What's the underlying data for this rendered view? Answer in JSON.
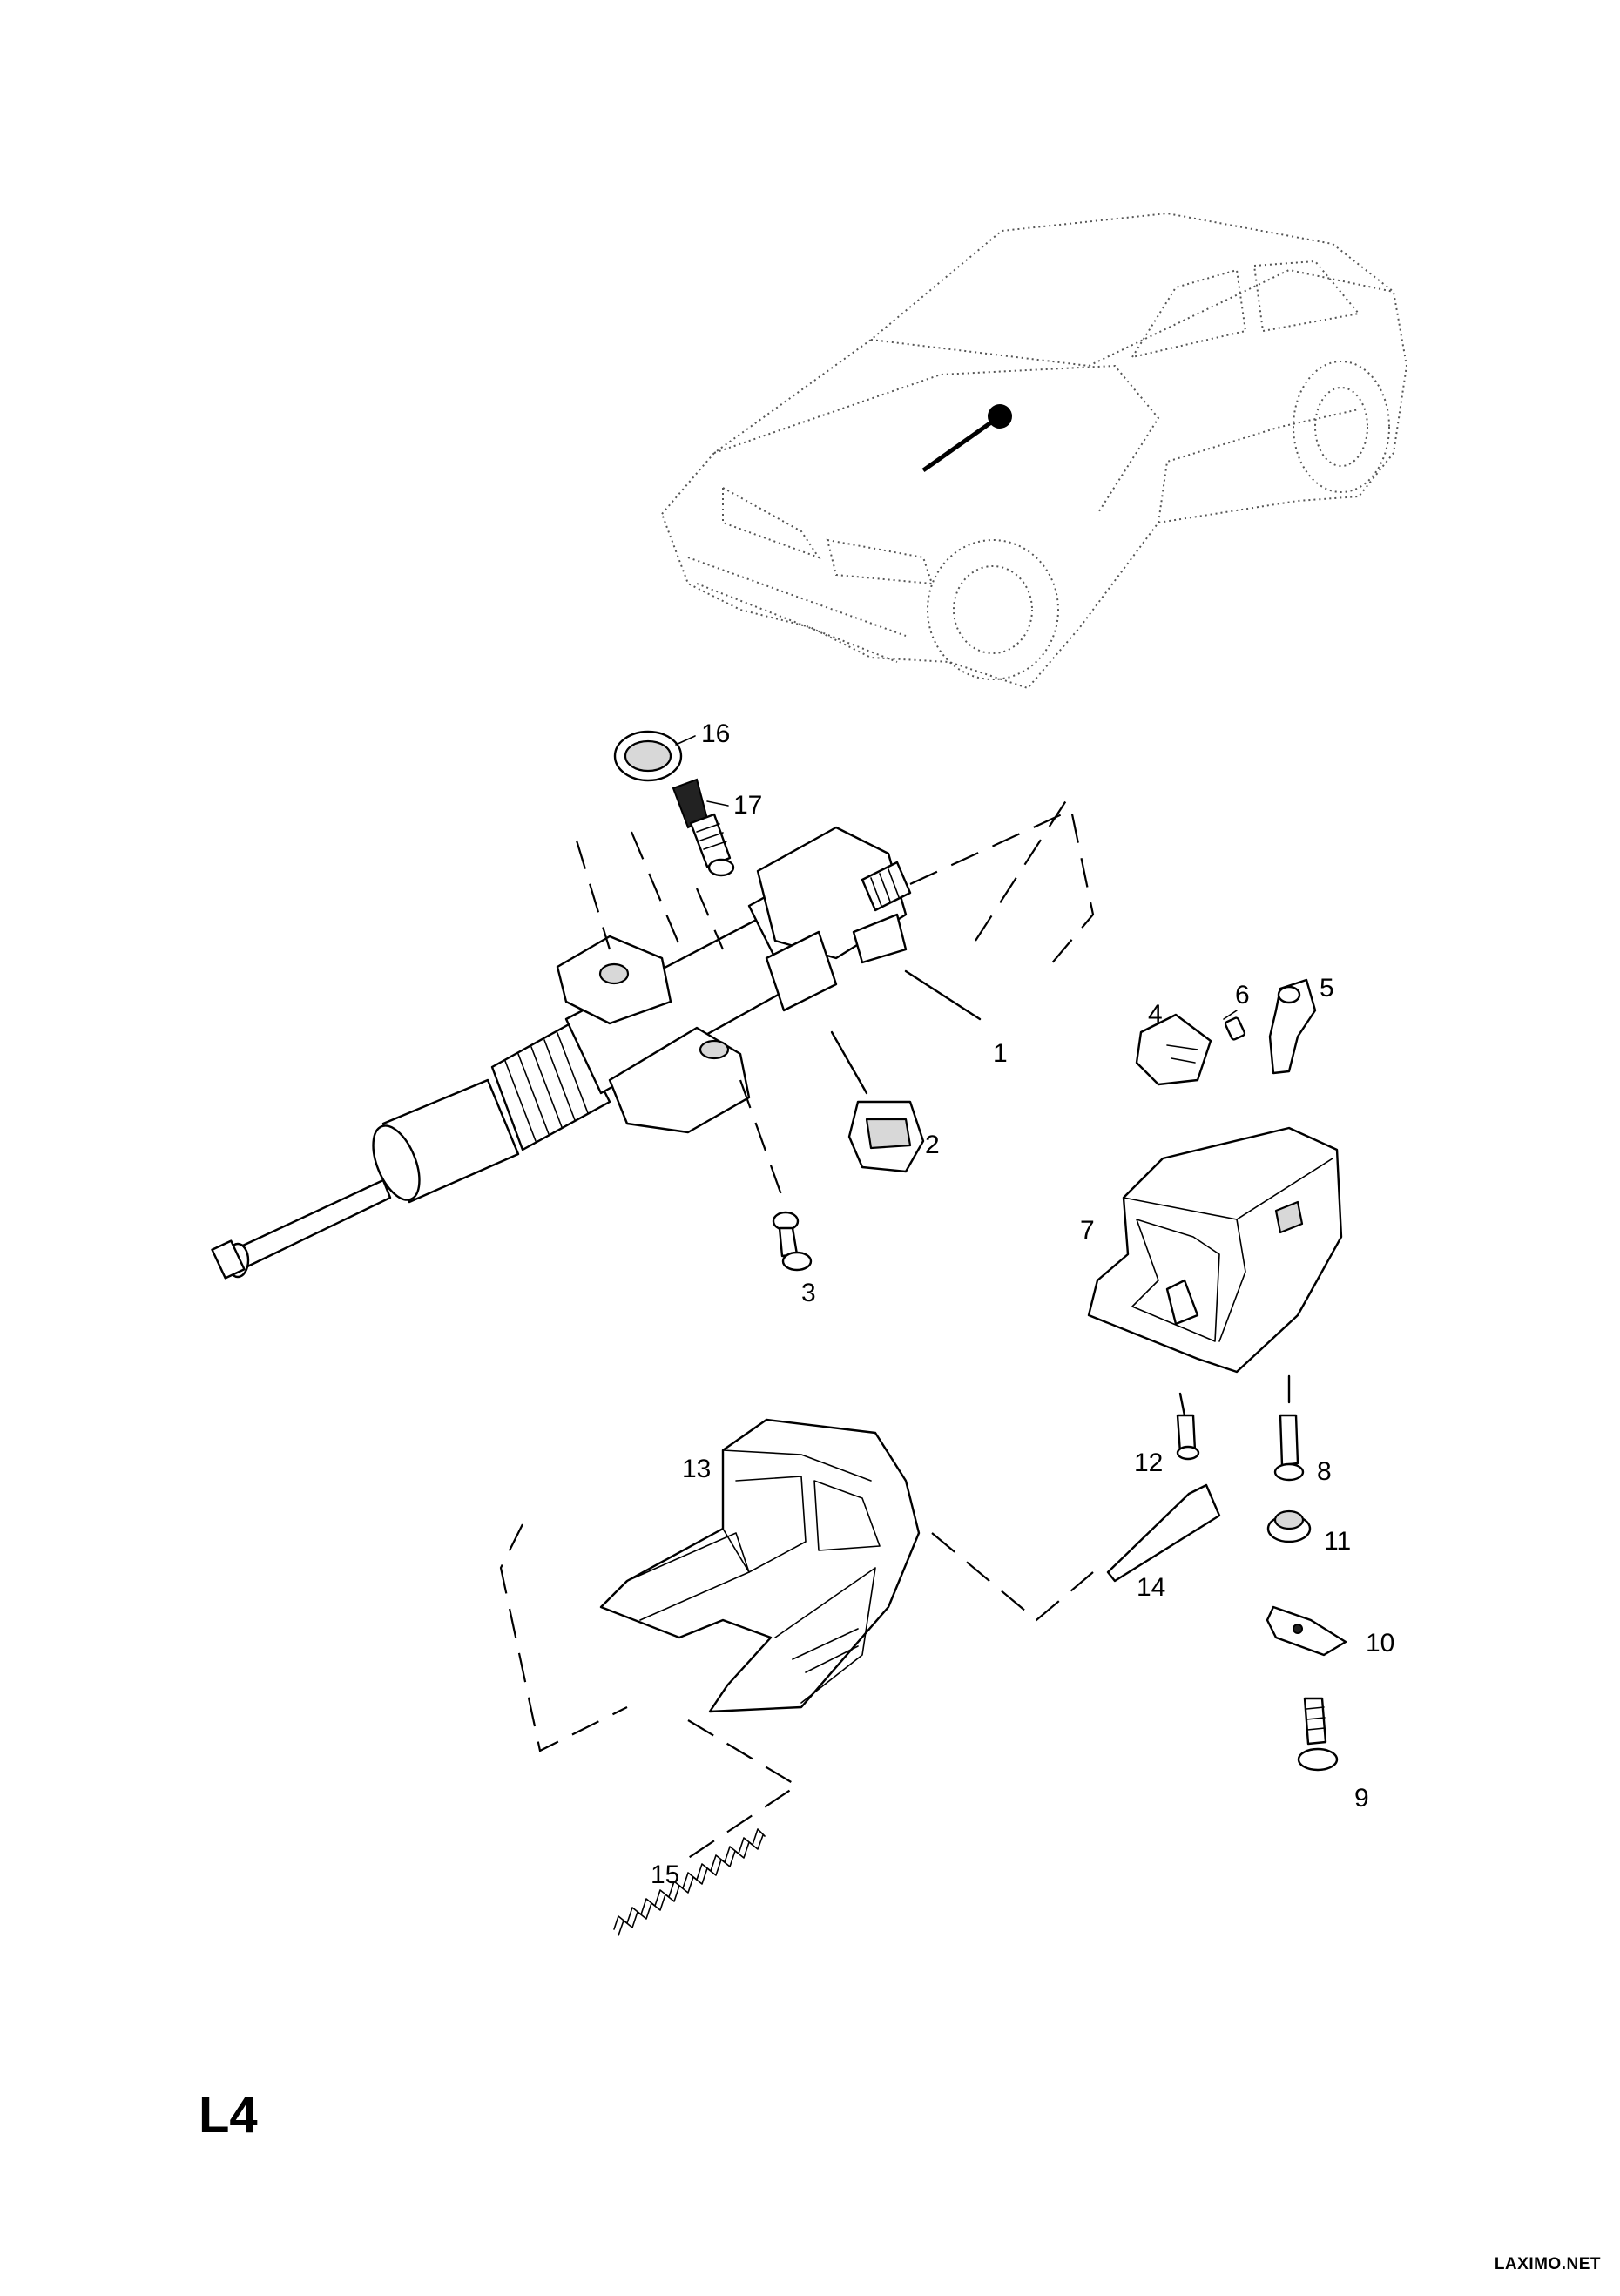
{
  "diagram": {
    "page_code": "L4",
    "watermark": "LAXIMO.NET",
    "callouts": [
      {
        "id": "1",
        "label": "1"
      },
      {
        "id": "2",
        "label": "2"
      },
      {
        "id": "3",
        "label": "3"
      },
      {
        "id": "4",
        "label": "4"
      },
      {
        "id": "5",
        "label": "5"
      },
      {
        "id": "6",
        "label": "6"
      },
      {
        "id": "7",
        "label": "7"
      },
      {
        "id": "8",
        "label": "8"
      },
      {
        "id": "9",
        "label": "9"
      },
      {
        "id": "10",
        "label": "10"
      },
      {
        "id": "11",
        "label": "11"
      },
      {
        "id": "12",
        "label": "12"
      },
      {
        "id": "13",
        "label": "13"
      },
      {
        "id": "14",
        "label": "14"
      },
      {
        "id": "15",
        "label": "15"
      },
      {
        "id": "16",
        "label": "16"
      },
      {
        "id": "17",
        "label": "17"
      }
    ]
  }
}
